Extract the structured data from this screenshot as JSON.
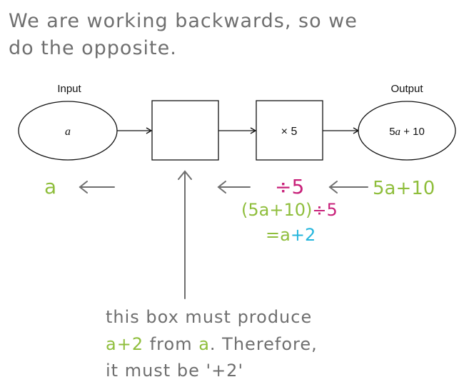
{
  "colors": {
    "ink": "#111111",
    "note_gray": "#6f6f6f",
    "green": "#8fbe3c",
    "magenta": "#c8217a",
    "cyan": "#25b6dd"
  },
  "note_top": {
    "line1": "We are working backwards, so we",
    "line2": "do the opposite."
  },
  "diagram": {
    "input_label": "Input",
    "output_label": "Output",
    "input_value": "a",
    "middle_box": "",
    "operation_box": "× 5",
    "output_value_a": "5",
    "output_value_var": "a",
    "output_value_b": " + 10"
  },
  "working": {
    "result": "a",
    "inverse_op": "÷5",
    "start": "5a+10",
    "step_expression_part1": "(5a+10)",
    "step_expression_part2": "÷5",
    "step_eq": "=",
    "step_result_a": "a",
    "step_result_b": "+2"
  },
  "note_bottom": {
    "line1": "this box must produce",
    "line2_a": "a+2",
    "line2_b": " from ",
    "line2_c": "a",
    "line2_d": ". Therefore,",
    "line3": "it must be '+2'"
  }
}
